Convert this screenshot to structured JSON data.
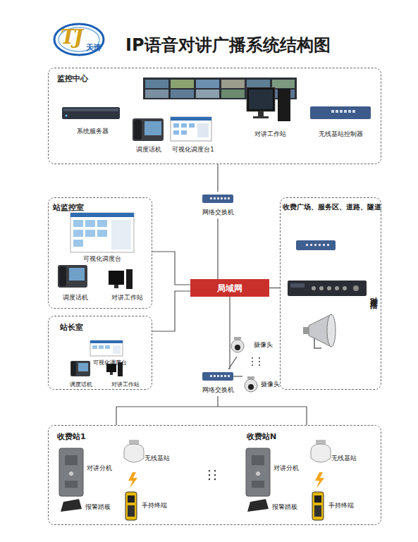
{
  "diagram": {
    "title": "IP语音对讲广播系统结构图",
    "nodes": [
      {
        "text": [
          "监控中心"
        ]
      },
      {
        "text": [
          "系统服务器"
        ],
        "in": 0
      },
      {
        "text": [
          "调度话机"
        ],
        "in": 0
      },
      {
        "text": [
          "可视化调度台1"
        ],
        "in": 0
      },
      {
        "text": [
          "对讲工作站"
        ],
        "in": 0
      },
      {
        "text": [
          "无线基站控制器"
        ],
        "in": 0
      },
      {
        "text": [
          "网络交换机"
        ]
      },
      {
        "text": [
          "站监控室"
        ]
      },
      {
        "text": [
          "可视化调度台"
        ],
        "in": 7
      },
      {
        "text": [
          "调度话机"
        ],
        "in": 7
      },
      {
        "text": [
          "对讲工作站"
        ],
        "in": 7
      },
      {
        "text": [
          "局域网"
        ]
      },
      {
        "text": [
          "收费广场、服务区、道路、隧道"
        ]
      },
      {
        "text": [
          "站长室"
        ]
      },
      {
        "text": [
          "可视化调度台"
        ],
        "in": 13
      },
      {
        "text": [
          "调度话机"
        ],
        "in": 13
      },
      {
        "text": [
          "对讲工作站"
        ],
        "in": 13
      },
      {
        "text": [
          "摄像头"
        ]
      },
      {
        "text": [
          "摄像头"
        ]
      },
      {
        "text": [
          "网络交换机"
        ]
      },
      {
        "text": [
          "收费站1",
          "收费站N"
        ]
      },
      {
        "text": [
          "对讲分机"
        ],
        "in": 20
      },
      {
        "text": [
          "无线基站"
        ],
        "in": 20
      },
      {
        "text": [
          "报警踏板"
        ],
        "in": 20
      },
      {
        "text": [
          "手持终端"
        ],
        "in": 20
      },
      {
        "text": [
          "对讲分机"
        ],
        "in": 20
      },
      {
        "text": [
          "无线基站"
        ],
        "in": 20
      },
      {
        "text": [
          "报警踏板"
        ],
        "in": 20
      },
      {
        "text": [
          "手持终端"
        ],
        "in": 20
      }
    ],
    "edges": [
      {
        "from": 0,
        "to": 6,
        "arrow": "none"
      },
      {
        "from": 6,
        "to": 11,
        "arrow": "none"
      },
      {
        "from": 7,
        "to": 11,
        "arrow": "none"
      },
      {
        "from": 11,
        "to": 12,
        "arrow": "none"
      },
      {
        "from": 13,
        "to": 11,
        "arrow": "none"
      },
      {
        "from": 11,
        "to": 19,
        "arrow": "none"
      },
      {
        "from": 19,
        "to": 17,
        "arrow": "none"
      },
      {
        "from": 19,
        "to": 18,
        "arrow": "none"
      },
      {
        "from": 19,
        "to": 20,
        "arrow": "none"
      }
    ],
    "labels": [
      "TJ",
      "天涛",
      "对讲广播"
    ]
  }
}
